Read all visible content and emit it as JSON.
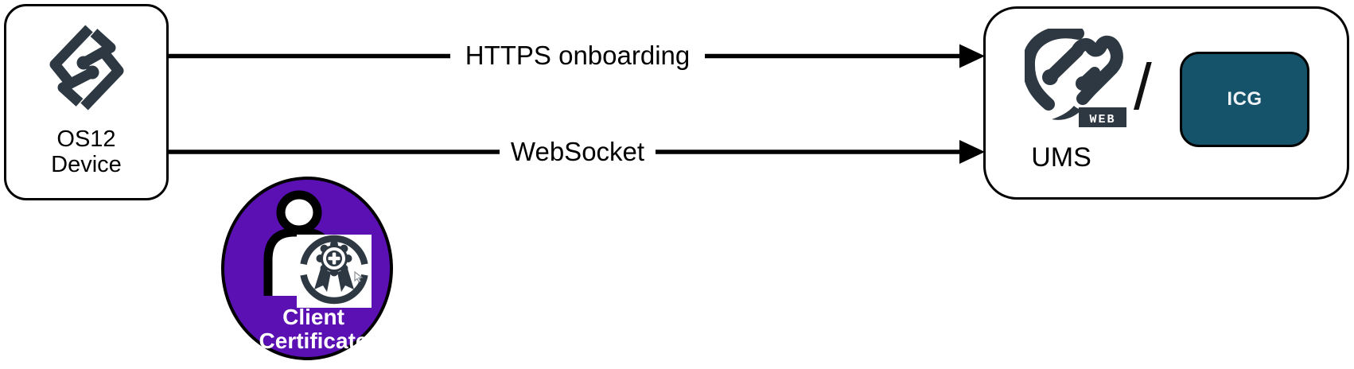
{
  "device_box": {
    "line1": "OS12",
    "line2": "Device",
    "logo": "igel-os-logo"
  },
  "connections": [
    {
      "label": "HTTPS onboarding"
    },
    {
      "label": "WebSocket"
    }
  ],
  "server_box": {
    "logo": "igel-ums-web-logo",
    "logo_badge": "WEB",
    "separator": "/",
    "icg_label": "ICG",
    "ums_label": "UMS"
  },
  "client_certificate": {
    "line1": "Client",
    "line2": "Certificate"
  },
  "colors": {
    "logo_dark": "#2d3842",
    "icg_teal": "#14536a",
    "certificate_purple": "#5a10b2",
    "arrow_black": "#000000"
  }
}
